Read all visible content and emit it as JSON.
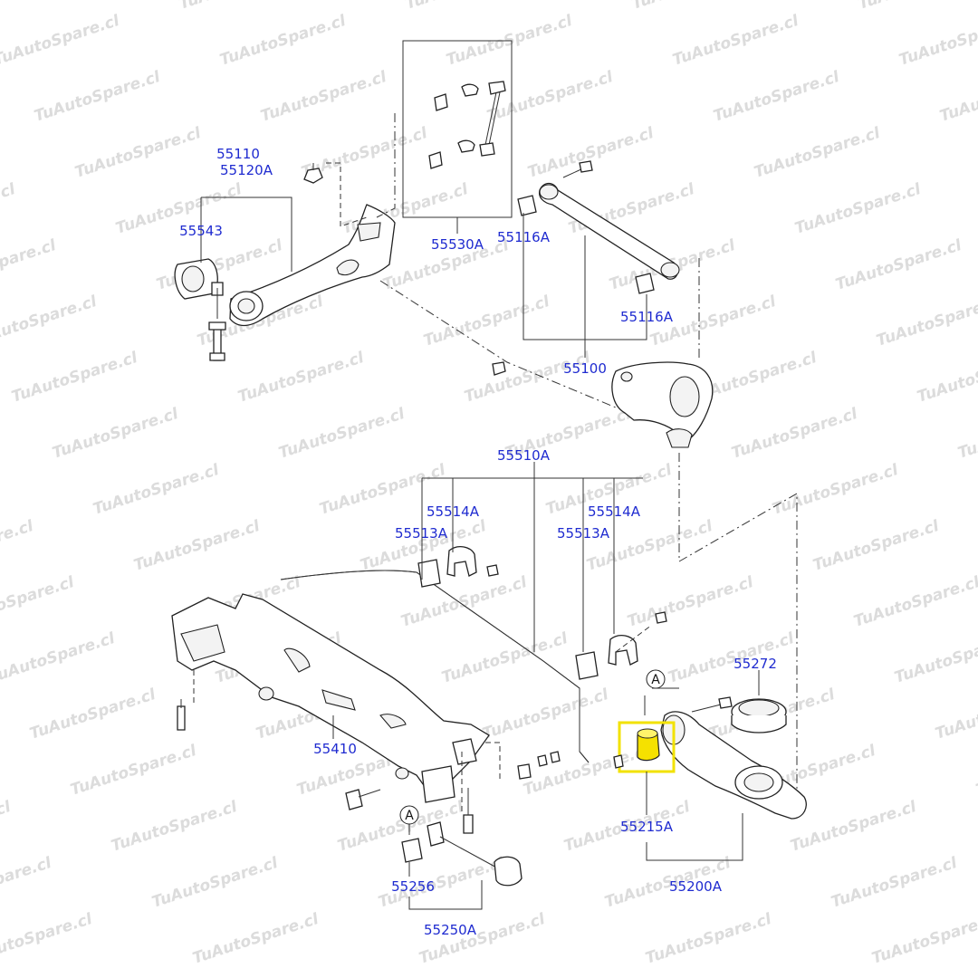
{
  "watermark": "TuAutoSpare.cl",
  "callouts": {
    "c55110": "55110",
    "c55120A": "55120A",
    "c55543": "55543",
    "c55530A": "55530A",
    "c55116A_top": "55116A",
    "c55116A_mid": "55116A",
    "c55100": "55100",
    "c55510A": "55510A",
    "c55514A_left": "55514A",
    "c55514A_right": "55514A",
    "c55513A_left": "55513A",
    "c55513A_right": "55513A",
    "c55410": "55410",
    "c55272": "55272",
    "c55215A": "55215A",
    "c55200A": "55200A",
    "c55256": "55256",
    "c55250A": "55250A"
  },
  "ref_marks": {
    "a_left": "A",
    "a_right": "A"
  },
  "highlight": {
    "part": "55215A",
    "color": "#f2e200"
  }
}
